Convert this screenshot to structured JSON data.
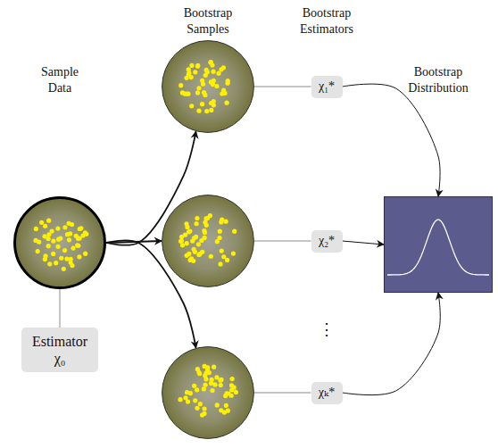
{
  "diagram": {
    "nodes": [
      {
        "text": [
          "Sample Data"
        ]
      },
      {
        "text": [
          "Estimator",
          "χ₀"
        ]
      },
      {
        "text": [
          "Bootstrap Samples"
        ]
      },
      {
        "text": []
      },
      {
        "text": []
      },
      {
        "text": [
          "Bootstrap Estimators",
          "χ₁*"
        ]
      },
      {
        "text": [
          "χ₂*"
        ]
      },
      {
        "text": [
          "χₖ*"
        ]
      },
      {
        "text": [
          "Bootstrap Distribution"
        ]
      }
    ],
    "edges": [
      {
        "from": 0,
        "to": 1,
        "arrow": "none"
      },
      {
        "from": 0,
        "to": 2,
        "arrow": "to"
      },
      {
        "from": 0,
        "to": 3,
        "arrow": "to"
      },
      {
        "from": 0,
        "to": 4,
        "arrow": "to"
      },
      {
        "from": 2,
        "to": 5,
        "arrow": "none"
      },
      {
        "from": 3,
        "to": 6,
        "arrow": "none"
      },
      {
        "from": 4,
        "to": 7,
        "arrow": "none"
      },
      {
        "from": 5,
        "to": 8,
        "arrow": "to"
      },
      {
        "from": 6,
        "to": 8,
        "arrow": "to"
      },
      {
        "from": 7,
        "to": 8,
        "arrow": "to"
      }
    ],
    "labels": [
      "⋮"
    ]
  }
}
